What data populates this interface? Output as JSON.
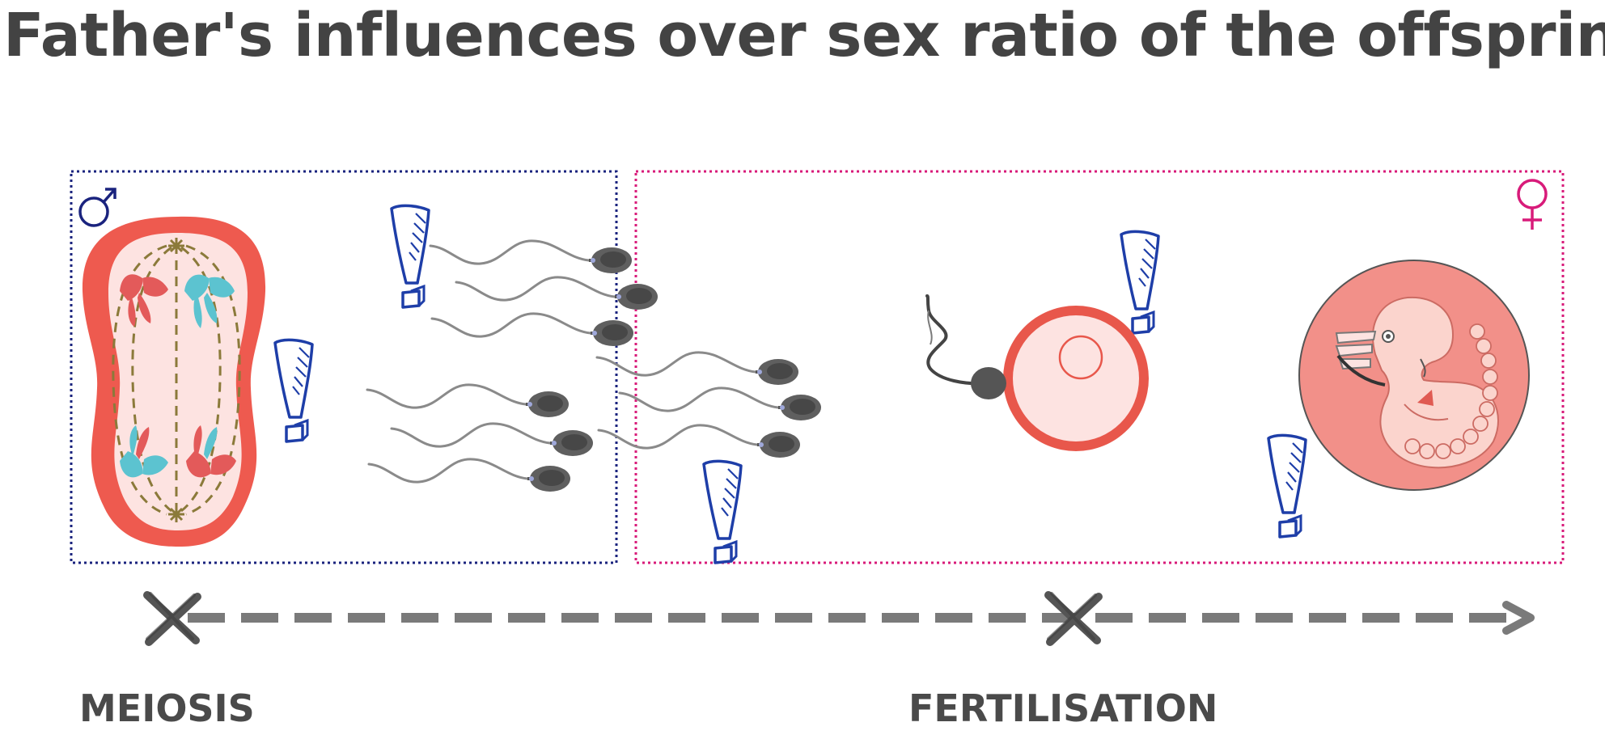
{
  "title": "Father's influences over sex ratio of the offspring",
  "stages": [
    {
      "label": "MEIOSIS"
    },
    {
      "label": "FERTILISATION"
    }
  ],
  "symbols": {
    "male": "♂",
    "female": "♀"
  },
  "colors": {
    "male_box": "#1a237e",
    "female_box": "#d81b7a",
    "cell_outer": "#ee5a4f",
    "chromosome_red": "#e35a5a",
    "chromosome_teal": "#5cc3d0",
    "spindle": "#8b7a3a",
    "sperm": "#616161",
    "exclamation": "#1e3ea8",
    "timeline": "#7a7a7a"
  },
  "icons": [
    "male-symbol-icon",
    "female-symbol-icon",
    "exclamation-icon",
    "sperm-icon",
    "egg-cell-icon",
    "embryo-icon",
    "cross-mark-icon",
    "arrow-head-icon"
  ]
}
